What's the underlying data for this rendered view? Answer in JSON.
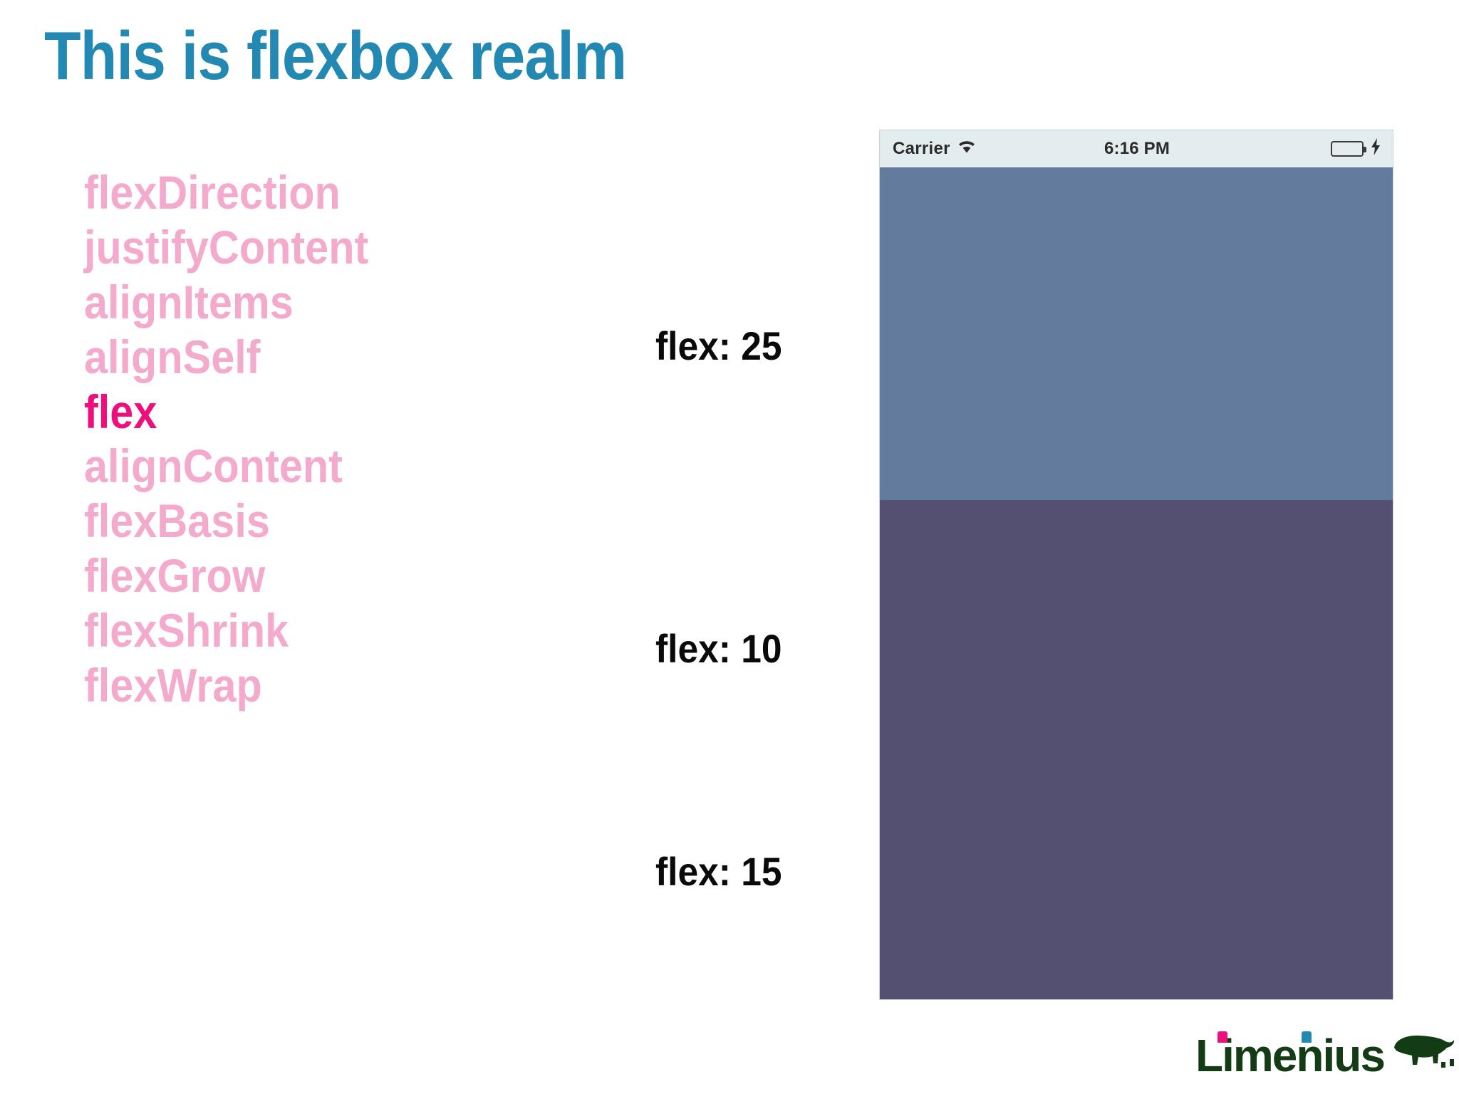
{
  "slide": {
    "title": "This is flexbox realm",
    "title_color": "#2389B3",
    "background": "#FFFFFF"
  },
  "properties": {
    "color": "#F3AACC",
    "highlight_color": "#EC0F7C",
    "items": [
      {
        "label": "flexDirection",
        "highlighted": false
      },
      {
        "label": "justifyContent",
        "highlighted": false
      },
      {
        "label": "alignItems",
        "highlighted": false
      },
      {
        "label": "alignSelf",
        "highlighted": false
      },
      {
        "label": "flex",
        "highlighted": true
      },
      {
        "label": "alignContent",
        "highlighted": false
      },
      {
        "label": "flexBasis",
        "highlighted": false
      },
      {
        "label": "flexGrow",
        "highlighted": false
      },
      {
        "label": "flexShrink",
        "highlighted": false
      },
      {
        "label": "flexWrap",
        "highlighted": false
      }
    ]
  },
  "flex_labels": [
    {
      "text": "flex: 25"
    },
    {
      "text": "flex: 10"
    },
    {
      "text": "flex: 15"
    }
  ],
  "phone": {
    "status_bar": {
      "carrier": "Carrier",
      "wifi_icon": "wifi-icon",
      "time": "6:16 PM",
      "battery_icon": "battery-icon",
      "battery_color": "#4CD964",
      "charging_icon": "lightning-bolt-icon"
    },
    "panels": [
      {
        "name": "panel-top",
        "flex": 25,
        "color": "#E3EDEF"
      },
      {
        "name": "panel-middle",
        "flex": 10,
        "color": "#637B9C"
      },
      {
        "name": "panel-bottom",
        "flex": 15,
        "color": "#545072"
      }
    ]
  },
  "logo": {
    "word": "Limenius",
    "word_color": "#133B14",
    "dot_magenta": "#EC0F7C",
    "dot_blue": "#2389B3",
    "mark": "bison-logo-icon"
  }
}
